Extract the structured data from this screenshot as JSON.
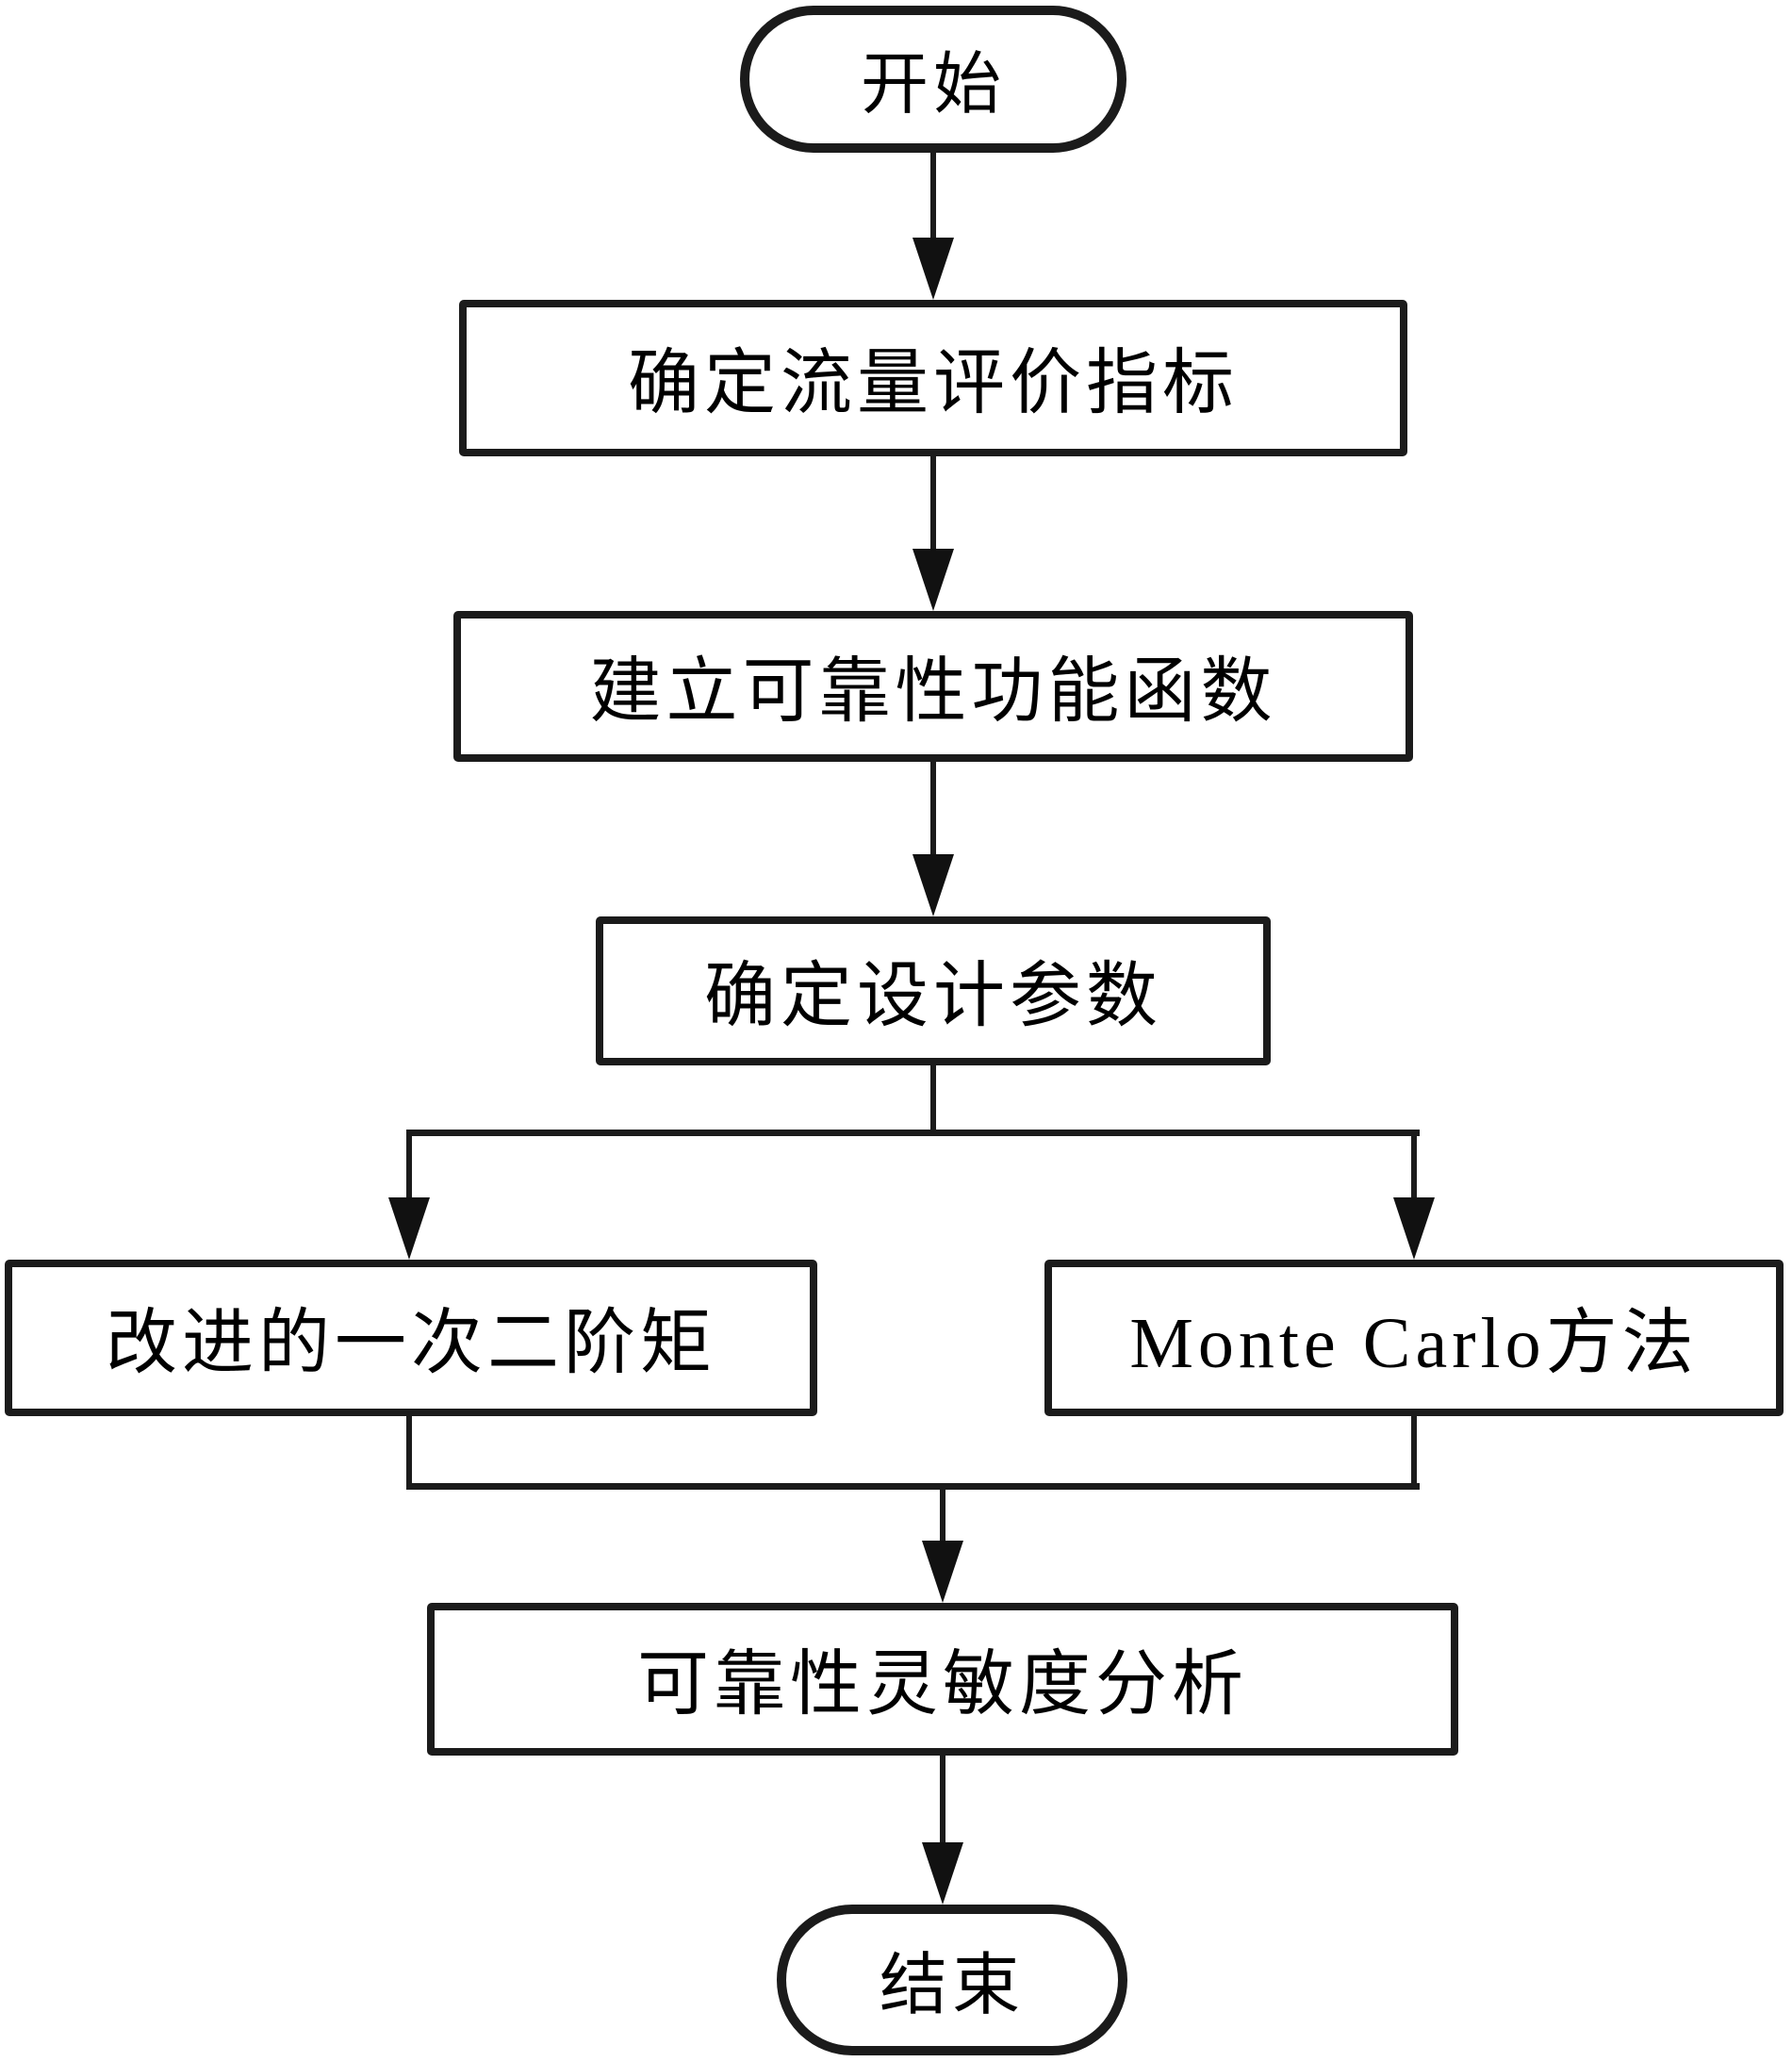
{
  "colors": {
    "background": "#ffffff",
    "stroke": "#1b1b1b",
    "text": "#000000"
  },
  "diagram": {
    "type": "flowchart",
    "nodes": {
      "start": {
        "shape": "terminal",
        "label": "开始"
      },
      "step1": {
        "shape": "process",
        "label": "确定流量评价指标"
      },
      "step2": {
        "shape": "process",
        "label": "建立可靠性功能函数"
      },
      "step3": {
        "shape": "process",
        "label": "确定设计参数"
      },
      "branch_left": {
        "shape": "process",
        "label": "改进的一次二阶矩"
      },
      "branch_right": {
        "shape": "process",
        "label": "Monte Carlo方法"
      },
      "step4": {
        "shape": "process",
        "label": "可靠性灵敏度分析"
      },
      "end": {
        "shape": "terminal",
        "label": "结束"
      }
    },
    "edges": [
      {
        "from": "start",
        "to": "step1"
      },
      {
        "from": "step1",
        "to": "step2"
      },
      {
        "from": "step2",
        "to": "step3"
      },
      {
        "from": "step3",
        "to": "branch_left"
      },
      {
        "from": "step3",
        "to": "branch_right"
      },
      {
        "from": "branch_left",
        "to": "step4"
      },
      {
        "from": "branch_right",
        "to": "step4"
      },
      {
        "from": "step4",
        "to": "end"
      }
    ]
  }
}
